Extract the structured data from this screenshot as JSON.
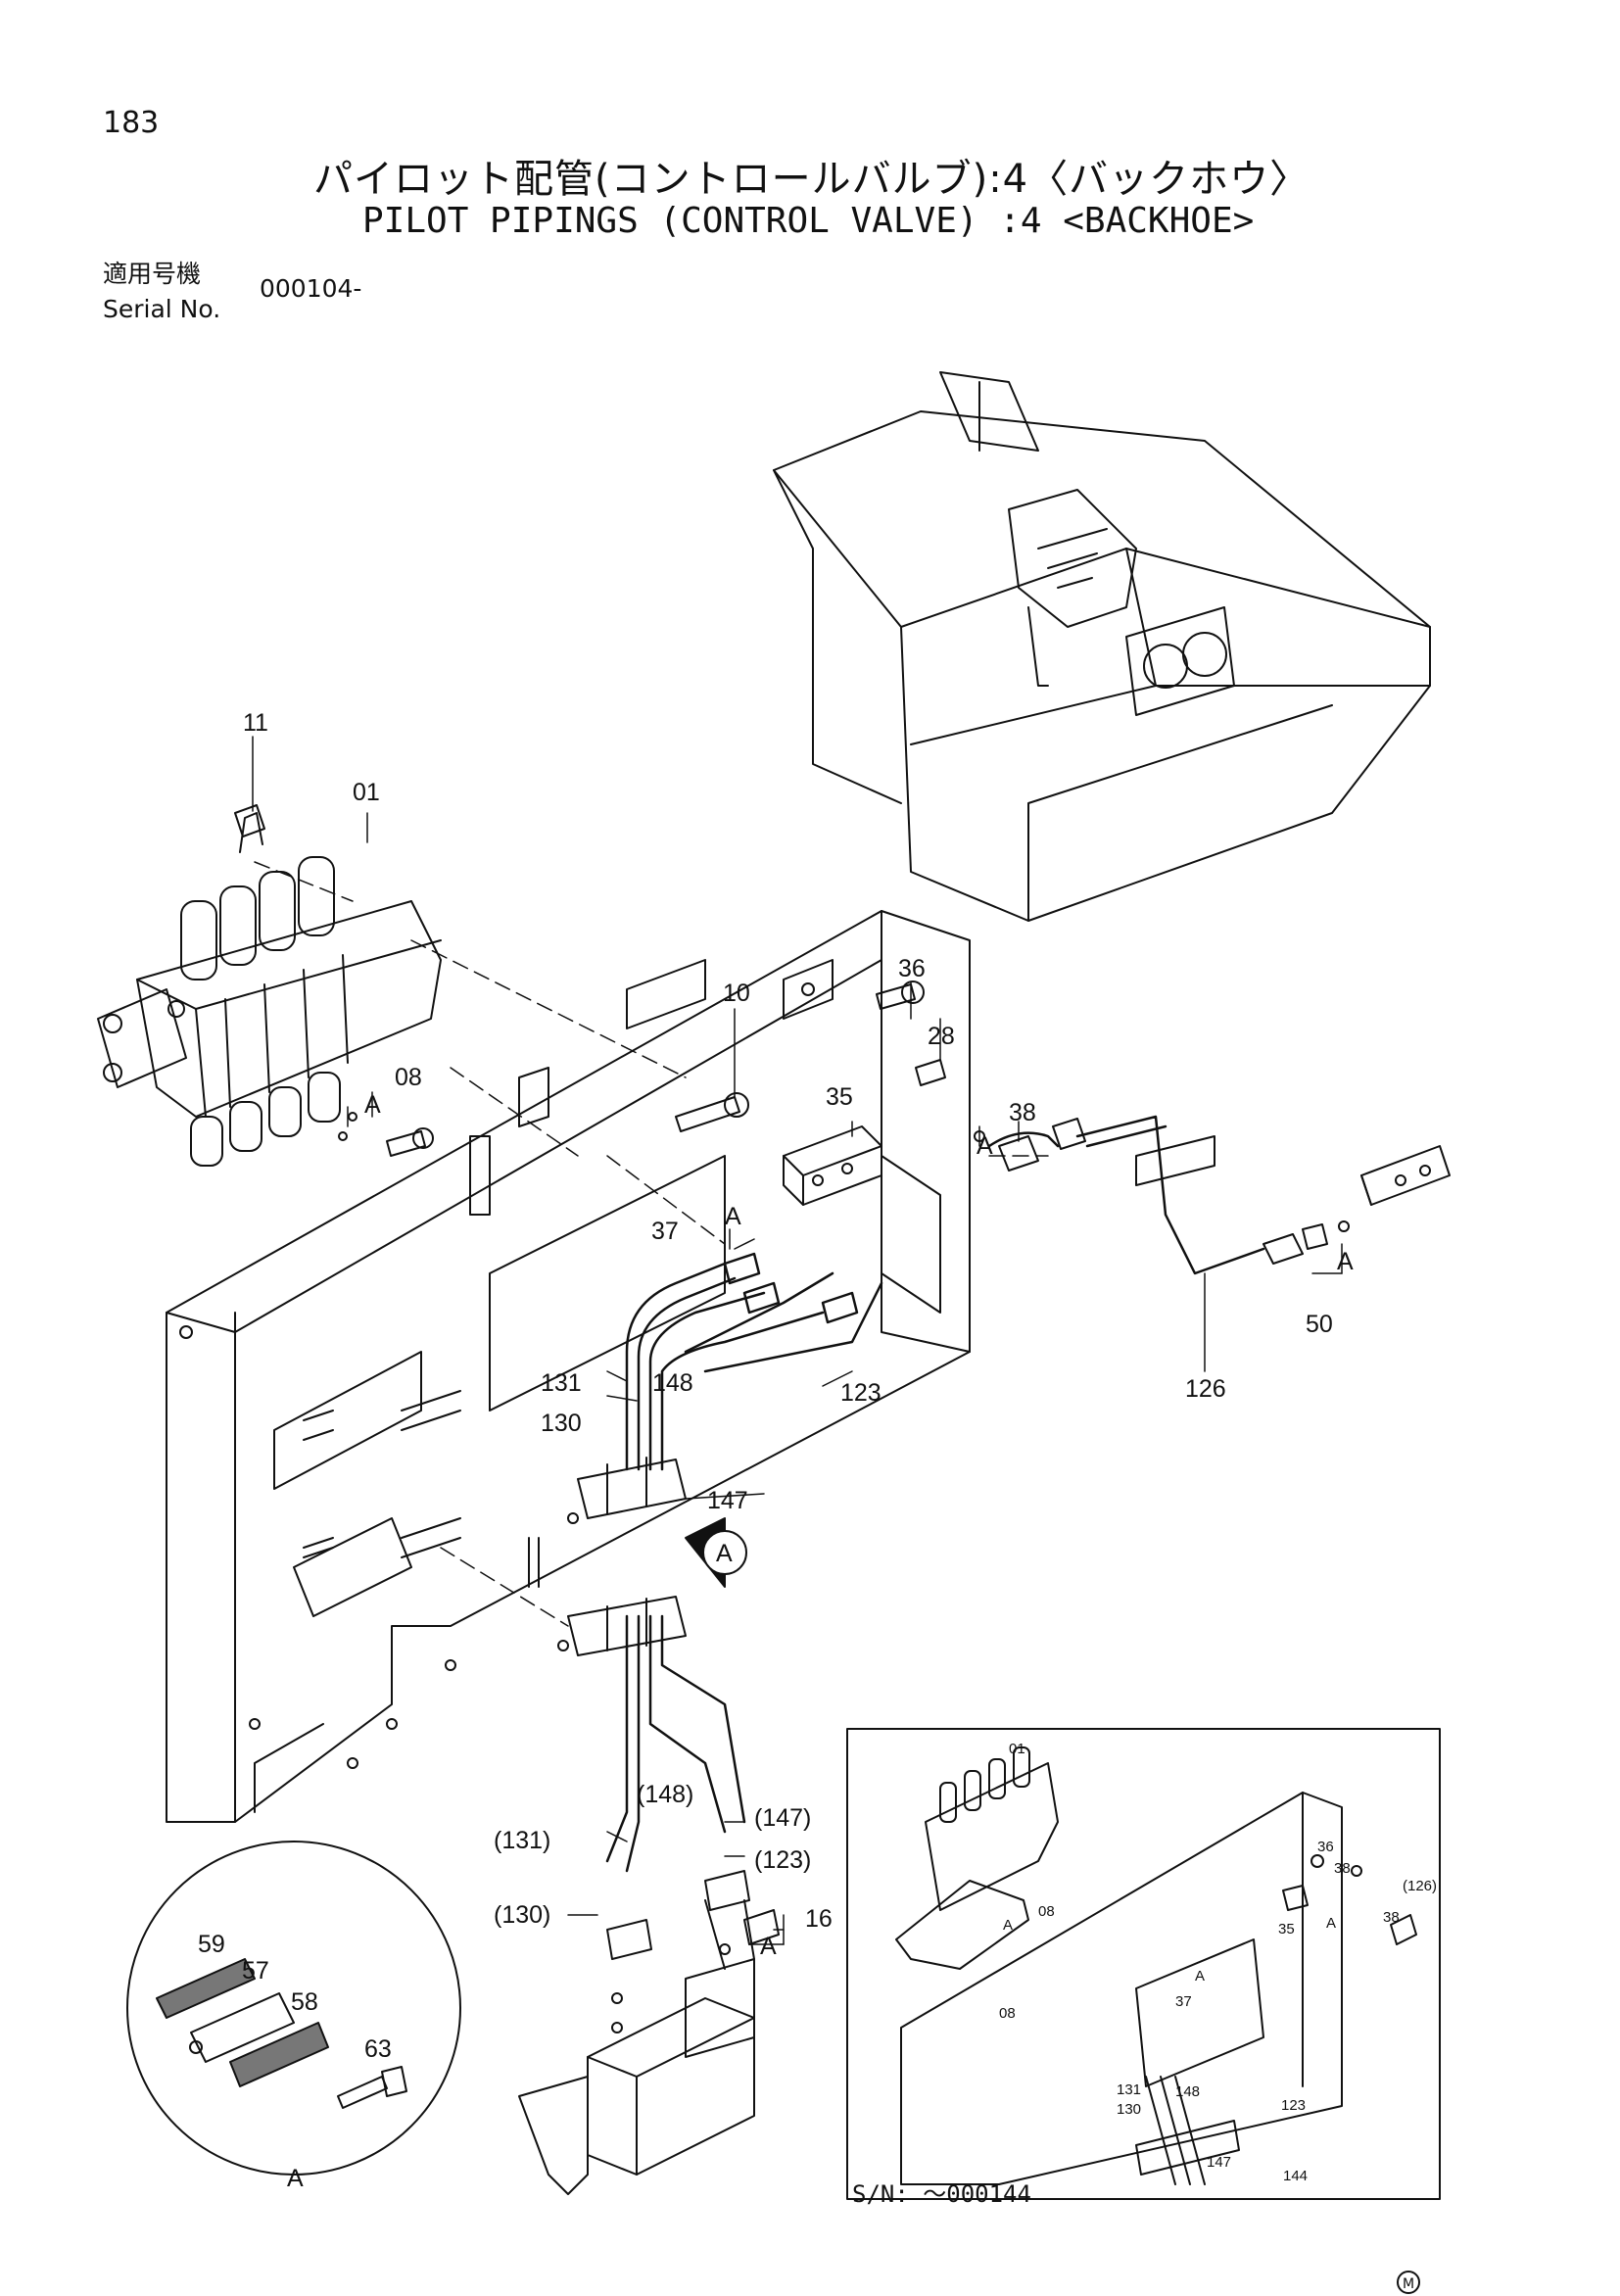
{
  "header": {
    "page_number": "183",
    "title_jp": "パイロット配管(コントロールバルブ):4〈バックホウ〉",
    "title_en": "PILOT PIPINGS (CONTROL VALVE) :4 <BACKHOE>",
    "serial_label_jp": "適用号機",
    "serial_label_en": "Serial No.",
    "serial_value": "000104-"
  },
  "callouts": {
    "c11": "11",
    "c01": "01",
    "c10": "10",
    "c36": "36",
    "c28": "28",
    "c08": "08",
    "cA1": "A",
    "c35": "35",
    "c38": "38",
    "cA2": "A",
    "c37": "37",
    "cA3": "A",
    "c50": "50",
    "cA4": "A",
    "c126": "126",
    "c131": "131",
    "c148": "148",
    "c123": "123",
    "c130": "130",
    "c147": "147",
    "cViewA": "A",
    "c148p": "(148)",
    "c147p": "(147)",
    "c131p": "(131)",
    "c123p": "(123)",
    "c130p": "(130)",
    "c16": "16",
    "cA5": "A",
    "c59": "59",
    "c57": "57",
    "c58": "58",
    "c63": "63",
    "cDetailA": "A"
  },
  "inset": {
    "labels": {
      "i01": "01",
      "i36": "36",
      "i38a": "38",
      "i08a": "08",
      "iA1": "A",
      "i35": "35",
      "iA2": "A",
      "i38b": "38",
      "i126": "(126)",
      "i37": "37",
      "iA3": "A",
      "i08b": "08",
      "i131": "131",
      "i148": "148",
      "i130": "130",
      "i123": "123",
      "i147": "147",
      "i144": "144"
    },
    "serial_note": "S/N: ～000144"
  },
  "footer": {
    "mark": "M"
  }
}
